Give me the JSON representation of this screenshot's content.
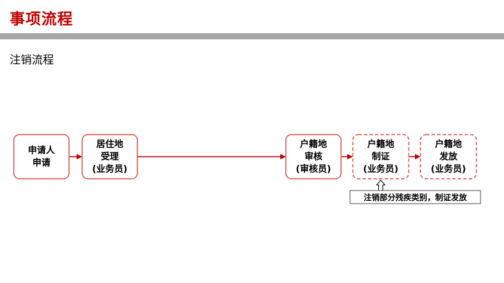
{
  "header": {
    "title": "事项流程"
  },
  "section": {
    "title": "注销流程"
  },
  "flow": {
    "colors": {
      "accent": "#c00000",
      "box_border": "#d9534f",
      "title_bar": "#a6a6a6"
    },
    "steps": [
      {
        "lines": [
          "申请人",
          "申请"
        ]
      },
      {
        "lines": [
          "居住地",
          "受理",
          "(业务员)"
        ]
      },
      {
        "lines": [
          "户籍地",
          "审核",
          "(审核员)"
        ]
      },
      {
        "lines": [
          "户籍地",
          "制证",
          "(业务员)"
        ]
      },
      {
        "lines": [
          "户籍地",
          "发放",
          "(业务员)"
        ]
      }
    ],
    "note": "注销部分残疾类别，制证发放"
  }
}
